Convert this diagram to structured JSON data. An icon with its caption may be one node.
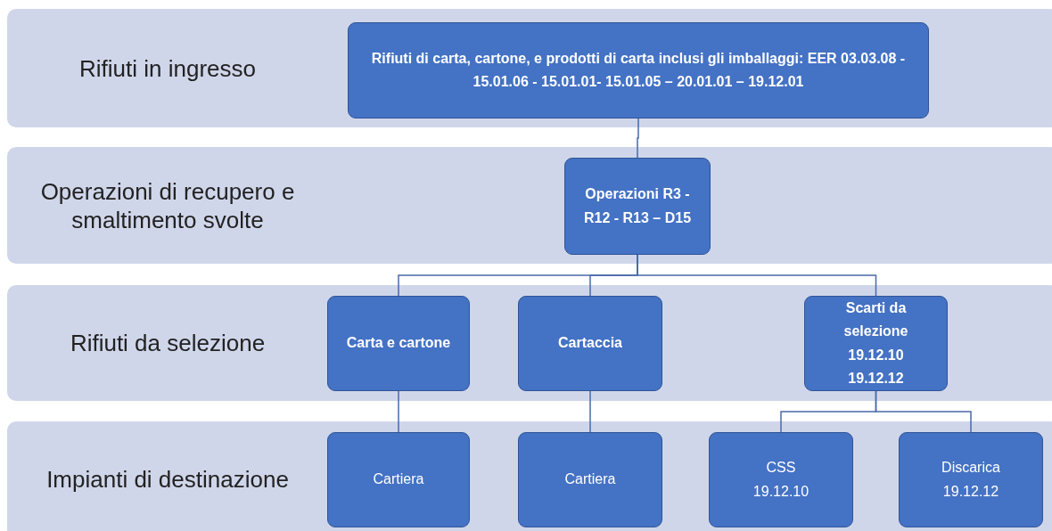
{
  "diagram": {
    "nodes": [
      {
        "text": [
          "Rifiuti in ingresso"
        ]
      },
      {
        "text": [
          "Rifiuti di carta, cartone, e prodotti di carta inclusi gli imballaggi: EER 03.03.08 - 15.01.06 - 15.01.01- 15.01.05 – 20.01.01 – 19.12.01"
        ],
        "in": 0
      },
      {
        "text": [
          "Operazioni di recupero e smaltimento svolte"
        ]
      },
      {
        "text": [
          "Operazioni R3 - R12 - R13 – D15"
        ],
        "in": 2
      },
      {
        "text": [
          "Rifiuti da selezione"
        ]
      },
      {
        "text": [
          "Carta e cartone"
        ],
        "in": 4
      },
      {
        "text": [
          "Cartaccia"
        ],
        "in": 4
      },
      {
        "text": [
          "Scarti da selezione",
          "19.12.10",
          "19.12.12"
        ],
        "in": 4
      },
      {
        "text": [
          "Impianti di destinazione"
        ]
      },
      {
        "text": [
          "Cartiera"
        ],
        "in": 8
      },
      {
        "text": [
          "Cartiera"
        ],
        "in": 8
      },
      {
        "text": [
          "CSS",
          "19.12.10"
        ],
        "in": 8
      },
      {
        "text": [
          "Discarica",
          "19.12.12"
        ],
        "in": 8
      }
    ],
    "edges": [
      {
        "from": 1,
        "to": 3,
        "arrow": "none"
      },
      {
        "from": 3,
        "to": 5,
        "arrow": "none"
      },
      {
        "from": 3,
        "to": 6,
        "arrow": "none"
      },
      {
        "from": 3,
        "to": 7,
        "arrow": "none"
      },
      {
        "from": 5,
        "to": 9,
        "arrow": "none"
      },
      {
        "from": 6,
        "to": 10,
        "arrow": "none"
      },
      {
        "from": 7,
        "to": 11,
        "arrow": "none"
      },
      {
        "from": 7,
        "to": 12,
        "arrow": "none"
      }
    ]
  }
}
